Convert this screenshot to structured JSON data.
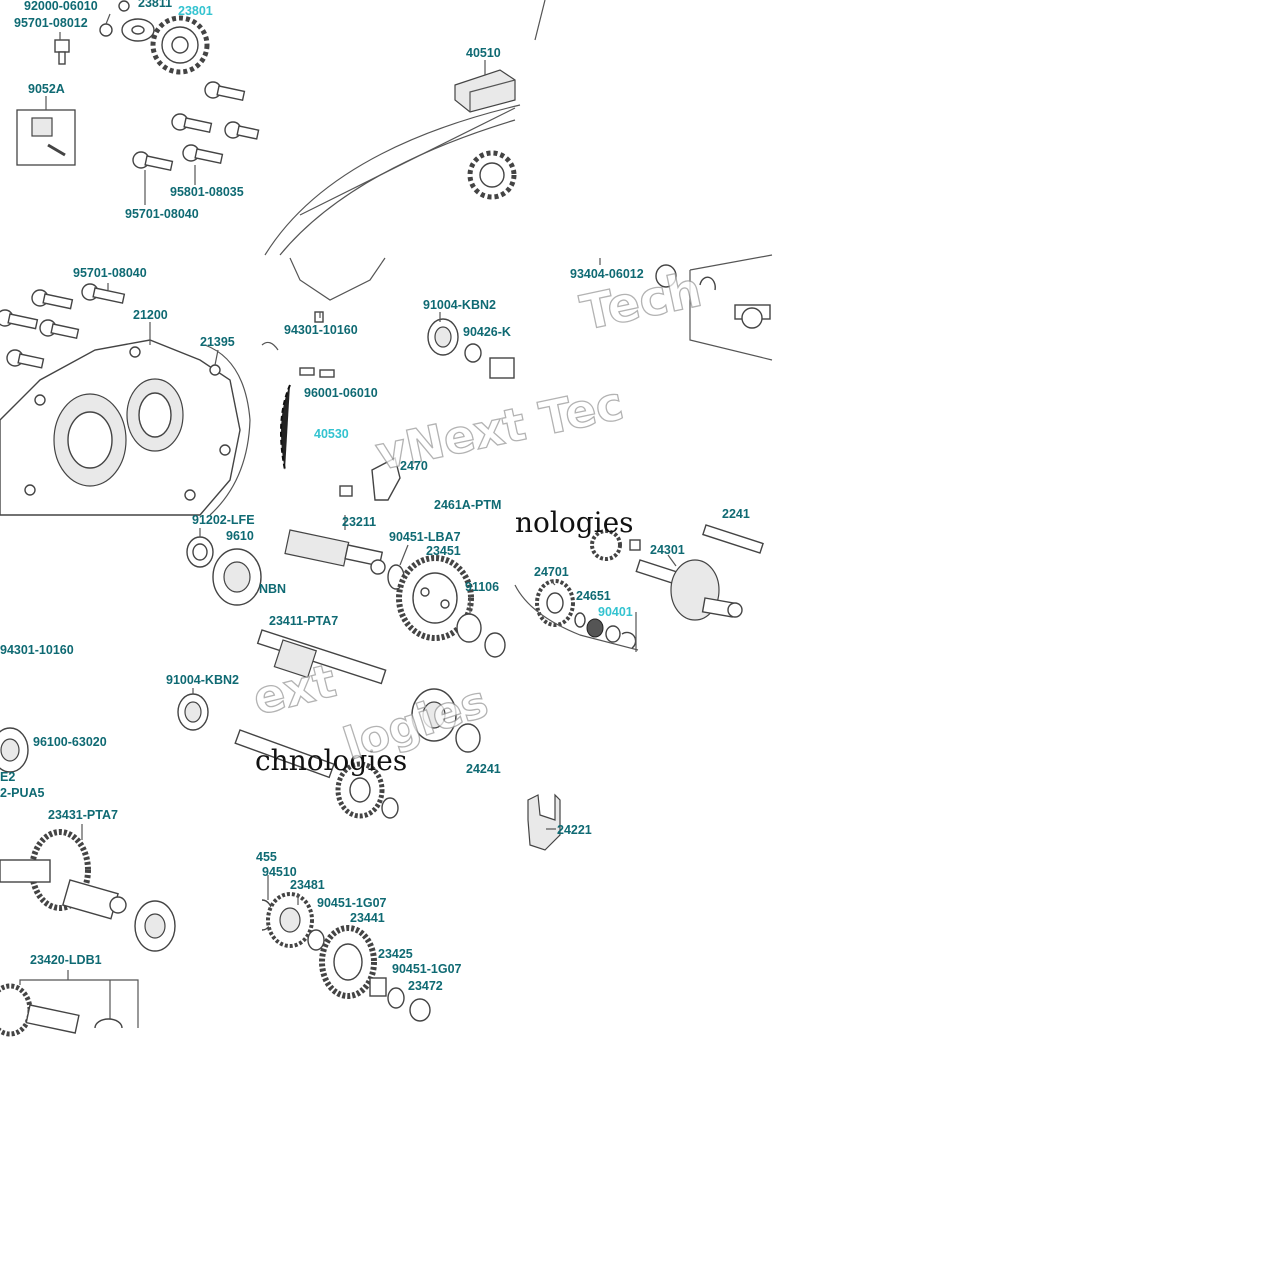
{
  "diagram": {
    "labels": [
      {
        "id": "l1",
        "text": "92000-06010"
      },
      {
        "id": "l2",
        "text": "23811"
      },
      {
        "id": "l3",
        "text": "23801",
        "highlight": true
      },
      {
        "id": "l4",
        "text": "95701-08012"
      },
      {
        "id": "l5",
        "text": "9052A"
      },
      {
        "id": "l6",
        "text": "95801-08035"
      },
      {
        "id": "l7",
        "text": "95701-08040"
      },
      {
        "id": "l8",
        "text": "40510"
      },
      {
        "id": "l9",
        "text": "95701-08040"
      },
      {
        "id": "l10",
        "text": "21200"
      },
      {
        "id": "l11",
        "text": "21395"
      },
      {
        "id": "l12",
        "text": "94301-10160"
      },
      {
        "id": "l13",
        "text": "96001-06010"
      },
      {
        "id": "l14",
        "text": "40530",
        "highlight": true
      },
      {
        "id": "l15",
        "text": "91004-KBN2"
      },
      {
        "id": "l16",
        "text": "90426-K"
      },
      {
        "id": "l17",
        "text": "93404-06012"
      },
      {
        "id": "l18",
        "text": "2461A-PTM"
      },
      {
        "id": "l19",
        "text": "91202-LFE"
      },
      {
        "id": "l20",
        "text": "9610"
      },
      {
        "id": "l21",
        "text": "23211"
      },
      {
        "id": "l22",
        "text": "90451-LBA7"
      },
      {
        "id": "l23",
        "text": "23451"
      },
      {
        "id": "l24",
        "text": "24301"
      },
      {
        "id": "l25",
        "text": "24701"
      },
      {
        "id": "l26",
        "text": "24651"
      },
      {
        "id": "l27",
        "text": "90401",
        "highlight": true
      },
      {
        "id": "l28",
        "text": "91106"
      },
      {
        "id": "l29",
        "text": "23411-PTA7"
      },
      {
        "id": "l30",
        "text": "94301-10160"
      },
      {
        "id": "l31",
        "text": "91004-KBN2"
      },
      {
        "id": "l32",
        "text": "96100-63020"
      },
      {
        "id": "l33",
        "text": "24241"
      },
      {
        "id": "l34",
        "text": "24221"
      },
      {
        "id": "l35",
        "text": "2-PUA5"
      },
      {
        "id": "l36",
        "text": "23431-PTA7"
      },
      {
        "id": "l37",
        "text": "94510"
      },
      {
        "id": "l38",
        "text": "23481"
      },
      {
        "id": "l39",
        "text": "90451-1G07"
      },
      {
        "id": "l40",
        "text": "23441"
      },
      {
        "id": "l41",
        "text": "23425"
      },
      {
        "id": "l42",
        "text": "90451-1G07"
      },
      {
        "id": "l43",
        "text": "23472"
      },
      {
        "id": "l44",
        "text": "23420-LDB1"
      },
      {
        "id": "l45",
        "text": "NBN"
      },
      {
        "id": "l46",
        "text": "455"
      },
      {
        "id": "l47",
        "text": "E2"
      },
      {
        "id": "l48",
        "text": "2470"
      },
      {
        "id": "l49",
        "text": "2241"
      }
    ],
    "watermarks": [
      {
        "id": "w1",
        "text": "Tech"
      },
      {
        "id": "w2",
        "text": "vNext Tec"
      },
      {
        "id": "w3",
        "text": "nologies"
      },
      {
        "id": "w4",
        "text": "ext"
      },
      {
        "id": "w5",
        "text": "chnologies"
      },
      {
        "id": "w6",
        "text": "logies"
      }
    ]
  }
}
